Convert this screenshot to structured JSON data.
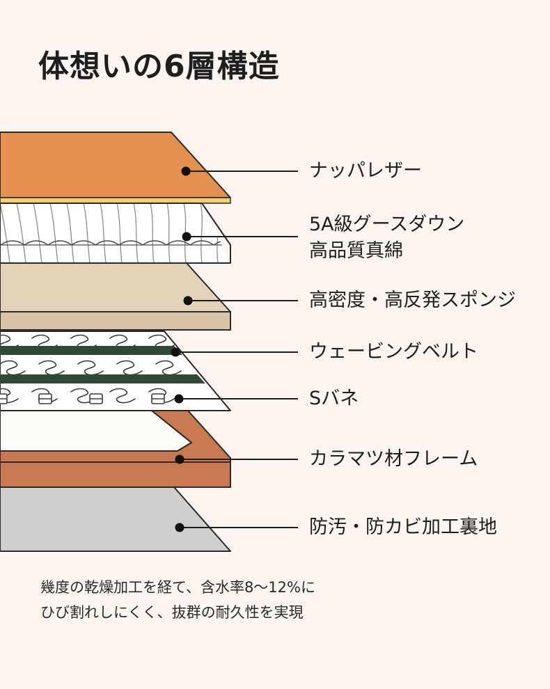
{
  "title": "体想いの6層構造",
  "layers": [
    {
      "id": "nappa-leather",
      "lines": [
        "ナッパレザー"
      ],
      "color": "#e5904c"
    },
    {
      "id": "goose-down",
      "lines": [
        "5A級グースダウン",
        "高品質真綿"
      ],
      "color": "#ffffff"
    },
    {
      "id": "sponge",
      "lines": [
        "高密度・高反発スポンジ"
      ],
      "color": "#e3d3b9"
    },
    {
      "id": "webbing-belt",
      "lines": [
        "ウェービングベルト"
      ],
      "color": "#2e4a36"
    },
    {
      "id": "s-spring",
      "lines": [
        "Sバネ"
      ],
      "color": "#ffffff"
    },
    {
      "id": "larch-frame",
      "lines": [
        "カラマツ材フレーム"
      ],
      "color": "#c8794f"
    },
    {
      "id": "backing",
      "lines": [
        "防汚・防カビ加工裏地"
      ],
      "color": "#cfcfcf"
    }
  ],
  "note": {
    "line1": "幾度の乾燥加工を経て、含水率8～12%に",
    "line2": "ひび割れしにくく、抜群の耐久性を実現"
  }
}
